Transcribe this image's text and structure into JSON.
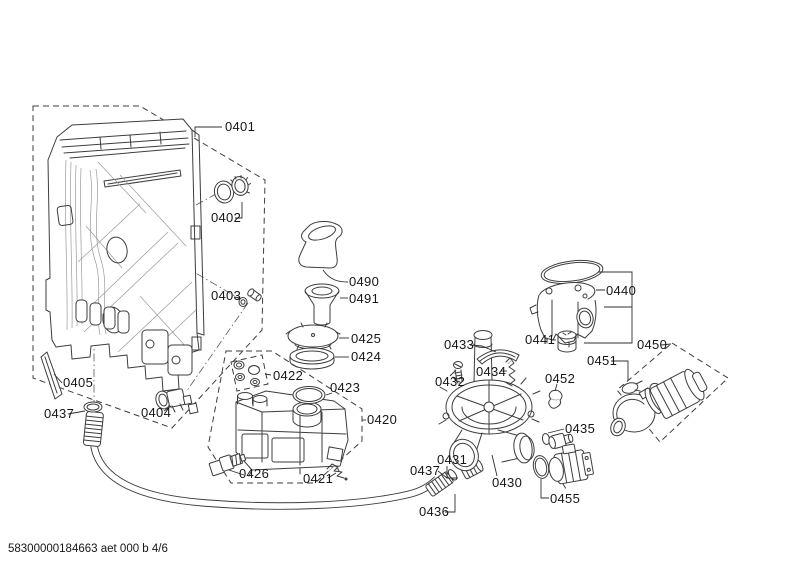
{
  "diagram": {
    "type": "exploded-parts-diagram",
    "callouts": {
      "p0401": "0401",
      "p0402": "0402",
      "p0403": "0403",
      "p0404": "0404",
      "p0405": "0405",
      "p0420": "0420",
      "p0421": "0421",
      "p0422": "0422",
      "p0423": "0423",
      "p0424": "0424",
      "p0425": "0425",
      "p0426": "0426",
      "p0430": "0430",
      "p0431": "0431",
      "p0432": "0432",
      "p0433": "0433",
      "p0434": "0434",
      "p0435": "0435",
      "p0436": "0436",
      "p0437": "0437",
      "p0440": "0440",
      "p0441": "0441",
      "p0450": "0450",
      "p0451": "0451",
      "p0452": "0452",
      "p0455": "0455",
      "p0490": "0490",
      "p0491": "0491"
    },
    "colors": {
      "line": "#3d3d3d",
      "label": "#161616",
      "background": "#ffffff"
    }
  },
  "footer": {
    "code": "58300000184663 aet 000 b 4/6"
  }
}
